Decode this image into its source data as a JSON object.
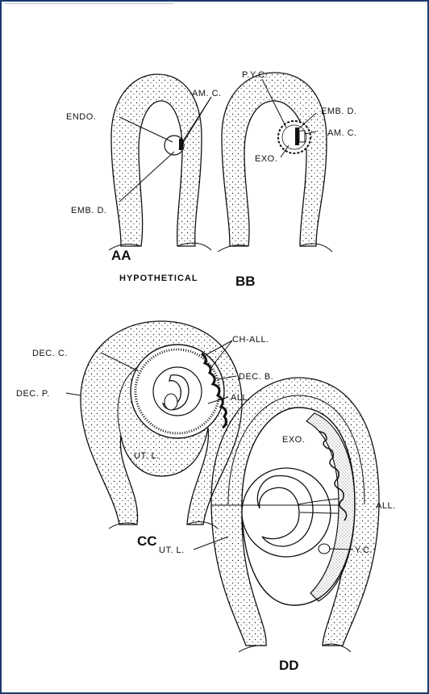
{
  "figures": {
    "aa": {
      "caption": "AA",
      "labels": {
        "endo": "ENDO.",
        "am_c": "AM. C.",
        "emb_d": "EMB. D."
      }
    },
    "bb": {
      "caption": "BB",
      "labels": {
        "pyc": "P.Y.C.",
        "emb_d": "EMB. D.",
        "am_c": "AM. C.",
        "exo": "EXO."
      }
    },
    "hypothetical": "HYPOTHETICAL",
    "cc": {
      "caption": "CC",
      "labels": {
        "ch_all": "CH-ALL.",
        "dec_c": "DEC. C.",
        "dec_b": "DEC. B.",
        "dec_p": "DEC. P.",
        "all": "ALL.",
        "ut_l": "UT. L."
      }
    },
    "dd": {
      "caption": "DD",
      "labels": {
        "exo": "EXO.",
        "all": "ALL.",
        "ut_l": "UT. L.",
        "yc": "Y.C."
      }
    }
  },
  "colors": {
    "frame": "#1a3a6b",
    "ink": "#111111"
  }
}
